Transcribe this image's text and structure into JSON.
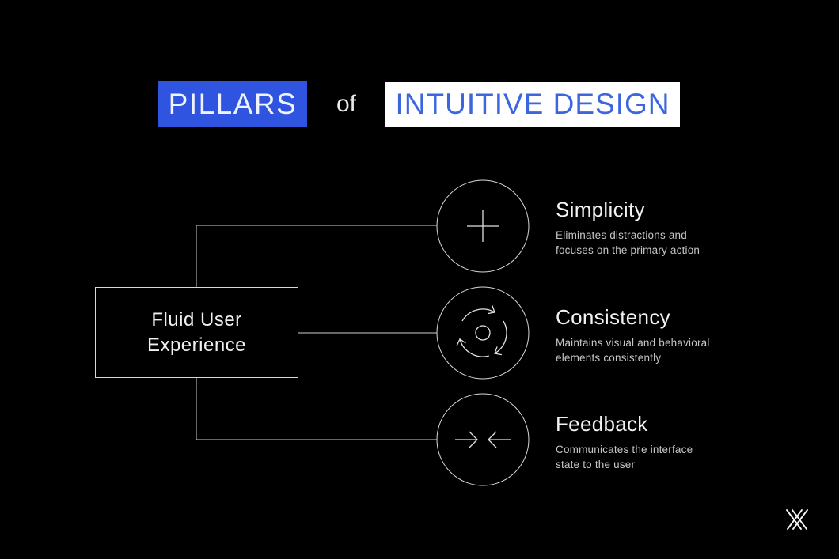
{
  "colors": {
    "background": "#000000",
    "accent_blue": "#2e54e0",
    "title_text_blue": "#3c66e0",
    "line_gray": "#cfcfcf",
    "text_primary": "#f3f3f3",
    "text_secondary": "#c6c6c6"
  },
  "header": {
    "pillars_label": "PILLARS",
    "of_label": "of",
    "intuitive_label": "INTUITIVE DESIGN"
  },
  "source_box": {
    "line1": "Fluid User",
    "line2": "Experience"
  },
  "pillars": [
    {
      "title": "Simplicity",
      "desc_line1": "Eliminates distractions and",
      "desc_line2": "focuses on the primary action",
      "icon": "plus-icon"
    },
    {
      "title": "Consistency",
      "desc_line1": "Maintains visual and behavioral",
      "desc_line2": "elements consistently",
      "icon": "cycle-arrows-icon"
    },
    {
      "title": "Feedback",
      "desc_line1": "Communicates the interface",
      "desc_line2": "state to the user",
      "icon": "converging-arrows-icon"
    }
  ],
  "logo": {
    "icon": "double-x-logo"
  }
}
